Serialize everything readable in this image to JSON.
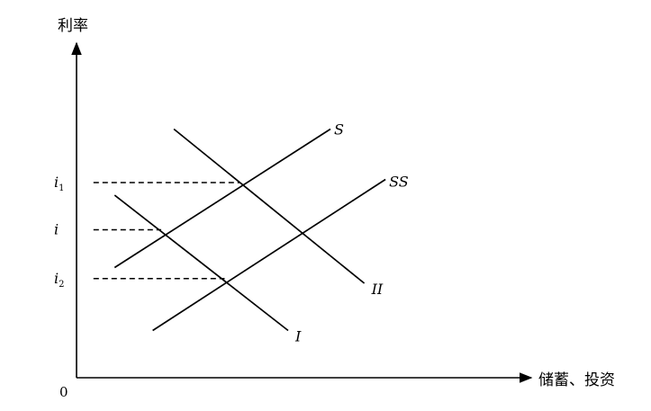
{
  "chart_data": {
    "type": "line",
    "title": "",
    "xlabel": "储蓄、投资",
    "ylabel": "利率",
    "origin_label": "0",
    "xlim": [
      0,
      10
    ],
    "ylim": [
      0,
      10
    ],
    "grid": false,
    "legend": "none",
    "y_ticks": [
      {
        "base": "i",
        "sub": "1",
        "value": 6.2
      },
      {
        "base": "i",
        "sub": "",
        "value": 4.7
      },
      {
        "base": "i",
        "sub": "2",
        "value": 3.15
      }
    ],
    "series": [
      {
        "name": "S",
        "points": [
          [
            0.9,
            3.5
          ],
          [
            6.0,
            7.9
          ]
        ]
      },
      {
        "name": "SS",
        "points": [
          [
            1.8,
            1.5
          ],
          [
            7.3,
            6.3
          ]
        ]
      },
      {
        "name": "I",
        "points": [
          [
            0.9,
            5.8
          ],
          [
            5.0,
            1.5
          ]
        ]
      },
      {
        "name": "II",
        "points": [
          [
            2.3,
            7.9
          ],
          [
            6.8,
            3.0
          ]
        ]
      }
    ],
    "guides": [
      {
        "from_x": 0.4,
        "to_x": 3.85,
        "y": 6.2
      },
      {
        "from_x": 0.4,
        "to_x": 2.0,
        "y": 4.7
      },
      {
        "from_x": 0.4,
        "to_x": 3.5,
        "y": 3.15
      }
    ],
    "colors": {
      "line": "#000000",
      "background": "#ffffff"
    }
  }
}
